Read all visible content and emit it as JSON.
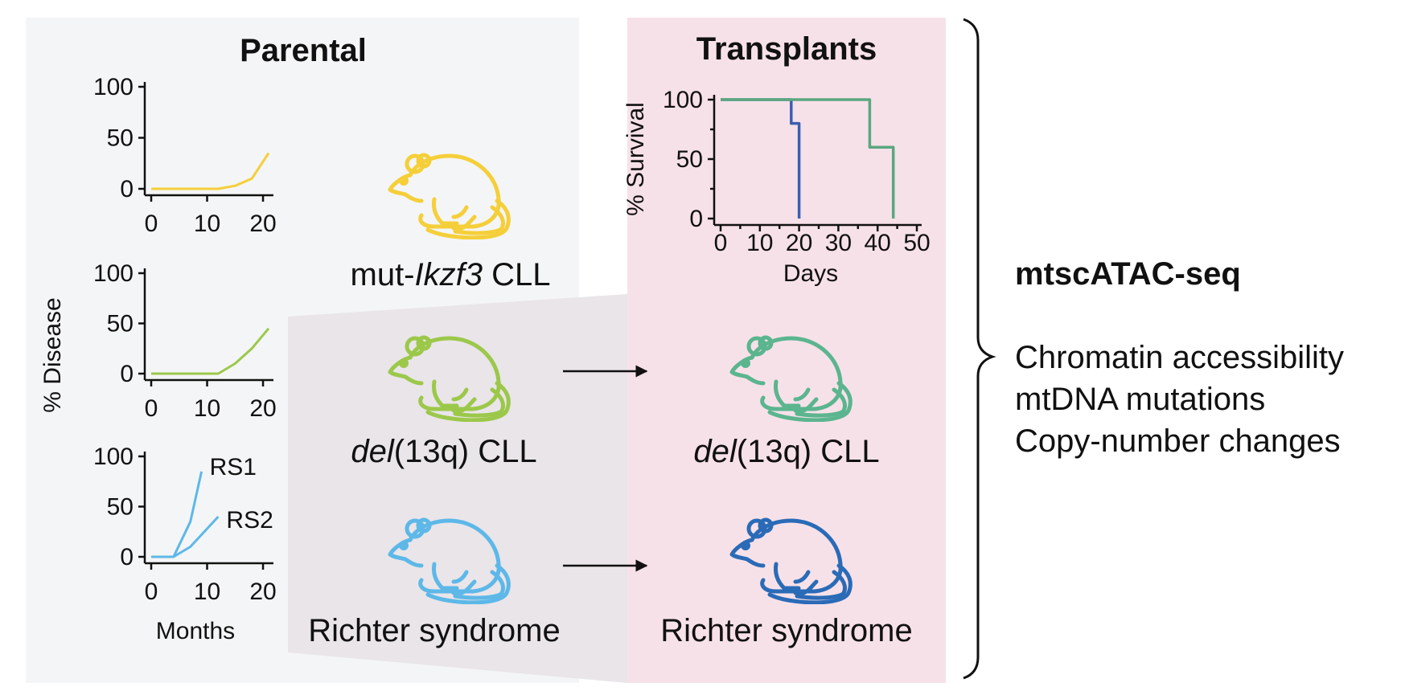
{
  "colors": {
    "yellow": "#f5cf3a",
    "lime": "#9cc84a",
    "sky": "#5db8e8",
    "teal": "#5bb58f",
    "royal": "#2a6bb7",
    "km_blue": "#3b5fb0",
    "km_green": "#5aa77f",
    "parental_bg": "#f4f5f6",
    "transplant_bg": "#f7e1e9",
    "overlap_bg": "#e8e4e8"
  },
  "icons": {
    "mouse": "mouse-icon",
    "arrow": "arrow-right-icon",
    "brace": "right-brace-icon"
  },
  "headings": {
    "parental": "Parental",
    "transplants": "Transplants"
  },
  "mice": {
    "parental": [
      {
        "label_pre": "mut-",
        "label_em": "Ikzf3",
        "label_post": " CLL",
        "color": "yellow"
      },
      {
        "label_pre": "",
        "label_em": "del",
        "label_post": "(13q) CLL",
        "color": "lime"
      },
      {
        "label_pre": "Richter syndrome",
        "label_em": "",
        "label_post": "",
        "color": "sky"
      }
    ],
    "transplant": [
      {
        "label_pre": "",
        "label_em": "del",
        "label_post": "(13q) CLL",
        "color": "teal"
      },
      {
        "label_pre": "Richter syndrome",
        "label_em": "",
        "label_post": "",
        "color": "royal"
      }
    ]
  },
  "readout": {
    "title": "mtscATAC-seq",
    "items": [
      "Chromatin accessibility",
      "mtDNA mutations",
      "Copy-number changes"
    ]
  },
  "chart_data": [
    {
      "type": "line",
      "panel": "parental-1",
      "ylabel": "% Disease",
      "xlabel": "Months",
      "xlim": [
        0,
        21
      ],
      "ylim": [
        0,
        100
      ],
      "xticks": [
        0,
        10,
        20
      ],
      "yticks": [
        0,
        50,
        100
      ],
      "series": [
        {
          "color": "yellow",
          "points": [
            [
              0,
              0
            ],
            [
              12,
              0
            ],
            [
              15,
              3
            ],
            [
              18,
              10
            ],
            [
              21,
              35
            ]
          ]
        }
      ]
    },
    {
      "type": "line",
      "panel": "parental-2",
      "ylabel": "% Disease",
      "xlabel": "Months",
      "xlim": [
        0,
        21
      ],
      "ylim": [
        0,
        100
      ],
      "xticks": [
        0,
        10,
        20
      ],
      "yticks": [
        0,
        50,
        100
      ],
      "series": [
        {
          "color": "lime",
          "points": [
            [
              0,
              0
            ],
            [
              12,
              0
            ],
            [
              15,
              10
            ],
            [
              18,
              25
            ],
            [
              21,
              45
            ]
          ]
        }
      ]
    },
    {
      "type": "line",
      "panel": "parental-3",
      "ylabel": "% Disease",
      "xlabel": "Months",
      "xlim": [
        0,
        21
      ],
      "ylim": [
        0,
        100
      ],
      "xticks": [
        0,
        10,
        20
      ],
      "yticks": [
        0,
        50,
        100
      ],
      "series": [
        {
          "name": "RS1",
          "color": "sky",
          "points": [
            [
              0,
              0
            ],
            [
              4,
              0
            ],
            [
              7,
              35
            ],
            [
              9,
              85
            ]
          ]
        },
        {
          "name": "RS2",
          "color": "sky",
          "points": [
            [
              0,
              0
            ],
            [
              4,
              0
            ],
            [
              7,
              10
            ],
            [
              12,
              40
            ]
          ]
        }
      ]
    },
    {
      "type": "line",
      "panel": "transplants-survival",
      "ylabel": "% Survival",
      "xlabel": "Days",
      "xlim": [
        0,
        50
      ],
      "ylim": [
        0,
        100
      ],
      "xticks": [
        0,
        10,
        20,
        30,
        40,
        50
      ],
      "yticks": [
        0,
        50,
        100
      ],
      "step": true,
      "series": [
        {
          "color": "km_blue",
          "points": [
            [
              0,
              100
            ],
            [
              18,
              100
            ],
            [
              18,
              80
            ],
            [
              20,
              80
            ],
            [
              20,
              0
            ]
          ]
        },
        {
          "color": "km_green",
          "points": [
            [
              0,
              100
            ],
            [
              38,
              100
            ],
            [
              38,
              60
            ],
            [
              44,
              60
            ],
            [
              44,
              0
            ]
          ]
        }
      ]
    }
  ]
}
